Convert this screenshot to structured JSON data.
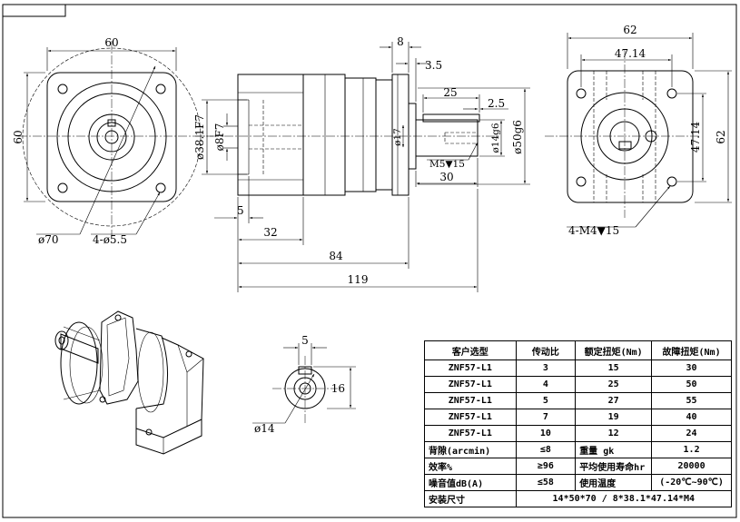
{
  "front_view": {
    "width": "60",
    "height": "60",
    "pcd": "ø70",
    "holes": "4-ø5.5"
  },
  "side_view": {
    "flange_thk": "8",
    "shoulder": "3.5",
    "key_len": "25",
    "key_offset": "2.5",
    "pilot_dia": "ø38.1F7",
    "input_dia": "ø8F7",
    "shaft_neck": "ø17",
    "shaft_dia": "ø14g6",
    "spigot_dia": "ø50g6",
    "tap": "M5",
    "tap_depth": "15",
    "shaft_len": "30",
    "input_depth": "5",
    "adapter_len": "32",
    "body_len": "84",
    "total_len": "119"
  },
  "right_view": {
    "width": "62",
    "pcd_h": "47.14",
    "pcd_v": "47.14",
    "height": "62",
    "holes": "4-M4",
    "hole_depth": "15"
  },
  "section": {
    "key_w": "5",
    "key_h": "16",
    "shaft_dia": "ø14"
  },
  "spec_table": {
    "headers": [
      "客户选型",
      "传动比",
      "额定扭矩(Nm)",
      "故障扭矩(Nm)"
    ],
    "rows": [
      [
        "ZNF57-L1",
        "3",
        "15",
        "30"
      ],
      [
        "ZNF57-L1",
        "4",
        "25",
        "50"
      ],
      [
        "ZNF57-L1",
        "5",
        "27",
        "55"
      ],
      [
        "ZNF57-L1",
        "7",
        "19",
        "40"
      ],
      [
        "ZNF57-L1",
        "10",
        "12",
        "24"
      ]
    ],
    "backlash": {
      "label": "背隙(arcmin)",
      "value": "≤8",
      "label2": "重量 gk",
      "value2": "1.2"
    },
    "efficiency": {
      "label": "效率%",
      "value": "≥96",
      "label2": "平均使用寿命hr",
      "value2": "20000"
    },
    "noise": {
      "label": "噪音值dB(A)",
      "value": "≤58",
      "label2": "使用温度",
      "value2": "(-20℃~90℃)"
    },
    "mounting": {
      "label": "安装尺寸",
      "value": "14*50*70 / 8*38.1*47.14*M4"
    }
  }
}
